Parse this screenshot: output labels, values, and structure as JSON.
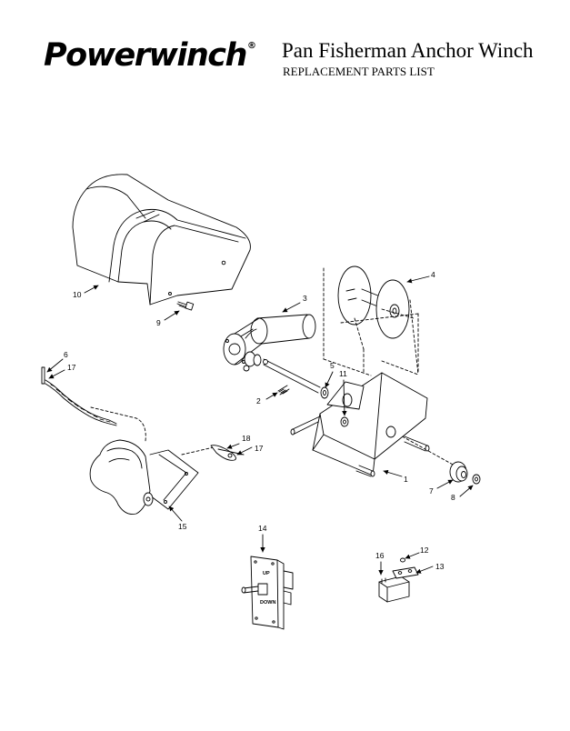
{
  "header": {
    "brand": "Powerwinch",
    "brand_mark": "®",
    "title": "Pan Fisherman Anchor Winch",
    "subtitle": "REPLACEMENT PARTS LIST"
  },
  "callouts": [
    "1",
    "2",
    "3",
    "4",
    "5",
    "6",
    "7",
    "8",
    "9",
    "10",
    "11",
    "12",
    "13",
    "14",
    "15",
    "16",
    "17",
    "17",
    "18"
  ],
  "switch_labels": {
    "up": "UP",
    "down": "DOWN"
  }
}
